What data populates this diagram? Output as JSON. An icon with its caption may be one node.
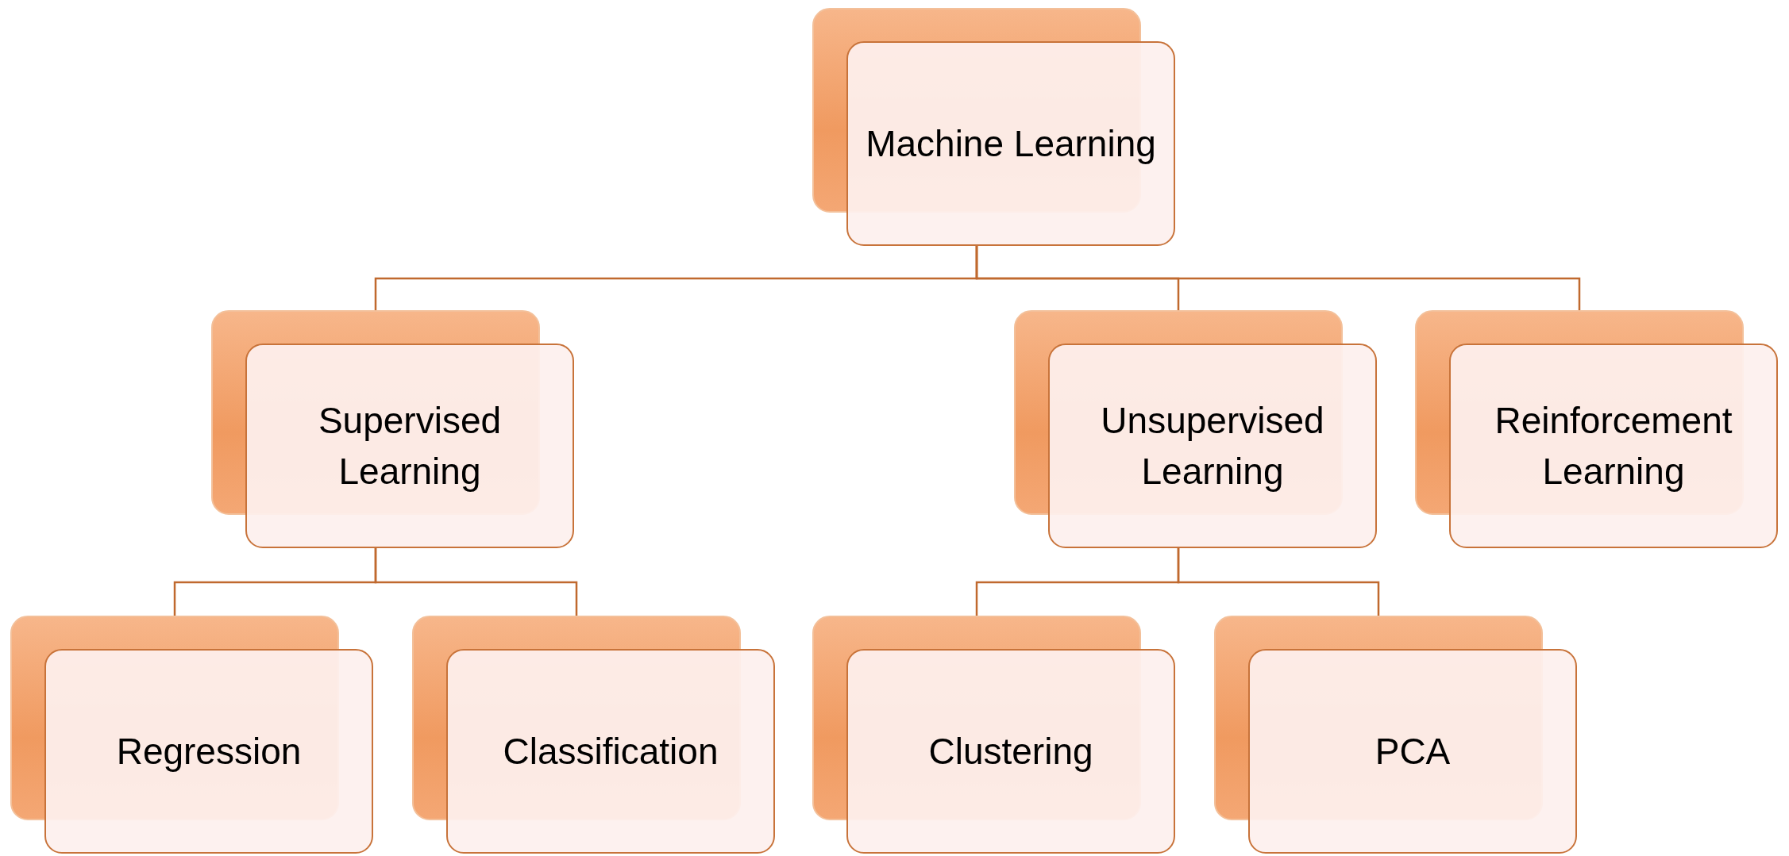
{
  "diagram": {
    "nodes": [
      {
        "text": [
          "Machine Learning"
        ]
      },
      {
        "text": [
          "Supervised Learning"
        ]
      },
      {
        "text": [
          "Unsupervised Learning"
        ]
      },
      {
        "text": [
          "Reinforcement Learning"
        ]
      },
      {
        "text": [
          "Regression"
        ]
      },
      {
        "text": [
          "Classification"
        ]
      },
      {
        "text": [
          "Clustering"
        ]
      },
      {
        "text": [
          "PCA"
        ]
      }
    ],
    "edges": [
      {
        "from": 0,
        "to": 1,
        "arrow": "none"
      },
      {
        "from": 0,
        "to": 2,
        "arrow": "none"
      },
      {
        "from": 0,
        "to": 3,
        "arrow": "none"
      },
      {
        "from": 1,
        "to": 4,
        "arrow": "none"
      },
      {
        "from": 1,
        "to": 5,
        "arrow": "none"
      },
      {
        "from": 2,
        "to": 6,
        "arrow": "none"
      },
      {
        "from": 2,
        "to": 7,
        "arrow": "none"
      }
    ]
  }
}
